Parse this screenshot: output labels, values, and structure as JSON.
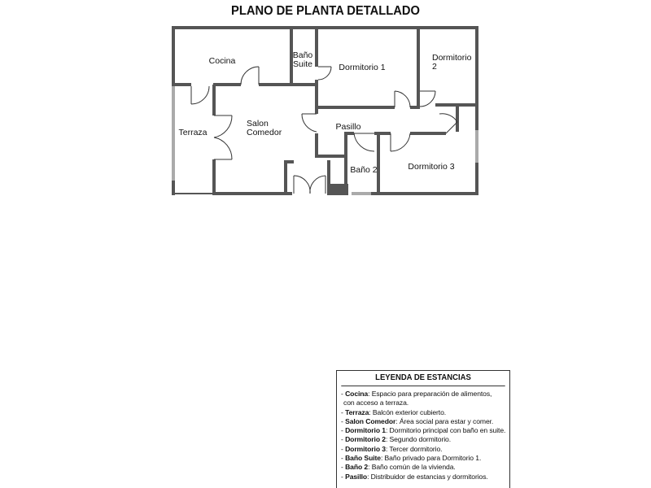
{
  "title": "PLANO DE PLANTA DETALLADO",
  "colors": {
    "wall": "#555555",
    "text": "#111111",
    "background": "#ffffff"
  },
  "rooms": {
    "cocina": "Cocina",
    "bano_suite_1": "Baño",
    "bano_suite_2": "Suite",
    "dormitorio1": "Dormitorio 1",
    "dormitorio2_1": "Dormitorio",
    "dormitorio2_2": "2",
    "terraza": "Terraza",
    "salon_1": "Salon",
    "salon_2": "Comedor",
    "pasillo": "Pasillo",
    "bano2": "Baño 2",
    "dormitorio3": "Dormitorio 3"
  },
  "legend": {
    "title": "LEYENDA DE ESTANCIAS",
    "items": [
      {
        "name": "Cocina",
        "sep": ":",
        "desc": " Espacio para preparación de alimentos,",
        "cont": "con acceso a terraza."
      },
      {
        "name": "Terraza",
        "sep": ":",
        "desc": " Balcón exterior cubierto."
      },
      {
        "name": "Salon Comedor",
        "sep": ":",
        "desc": " Área social para estar y comer."
      },
      {
        "name": "Dormitorio 1",
        "sep": ":",
        "desc": " Dormitorio principal con baño en suite."
      },
      {
        "name": "Dormitorio 2",
        "sep": ":",
        "desc": " Segundo dormitorio."
      },
      {
        "name": "Dormitorio 3",
        "sep": ":",
        "desc": " Tercer dormitorio."
      },
      {
        "name": "Baño Suite",
        "sep": ":",
        "desc": " Baño privado para Dormitorio 1."
      },
      {
        "name": "Baño 2",
        "sep": ":",
        "desc": " Baño común de la vivienda."
      },
      {
        "name": "Pasillo",
        "sep": ":",
        "desc": " Distribuidor de estancias y dormitorios."
      }
    ]
  }
}
